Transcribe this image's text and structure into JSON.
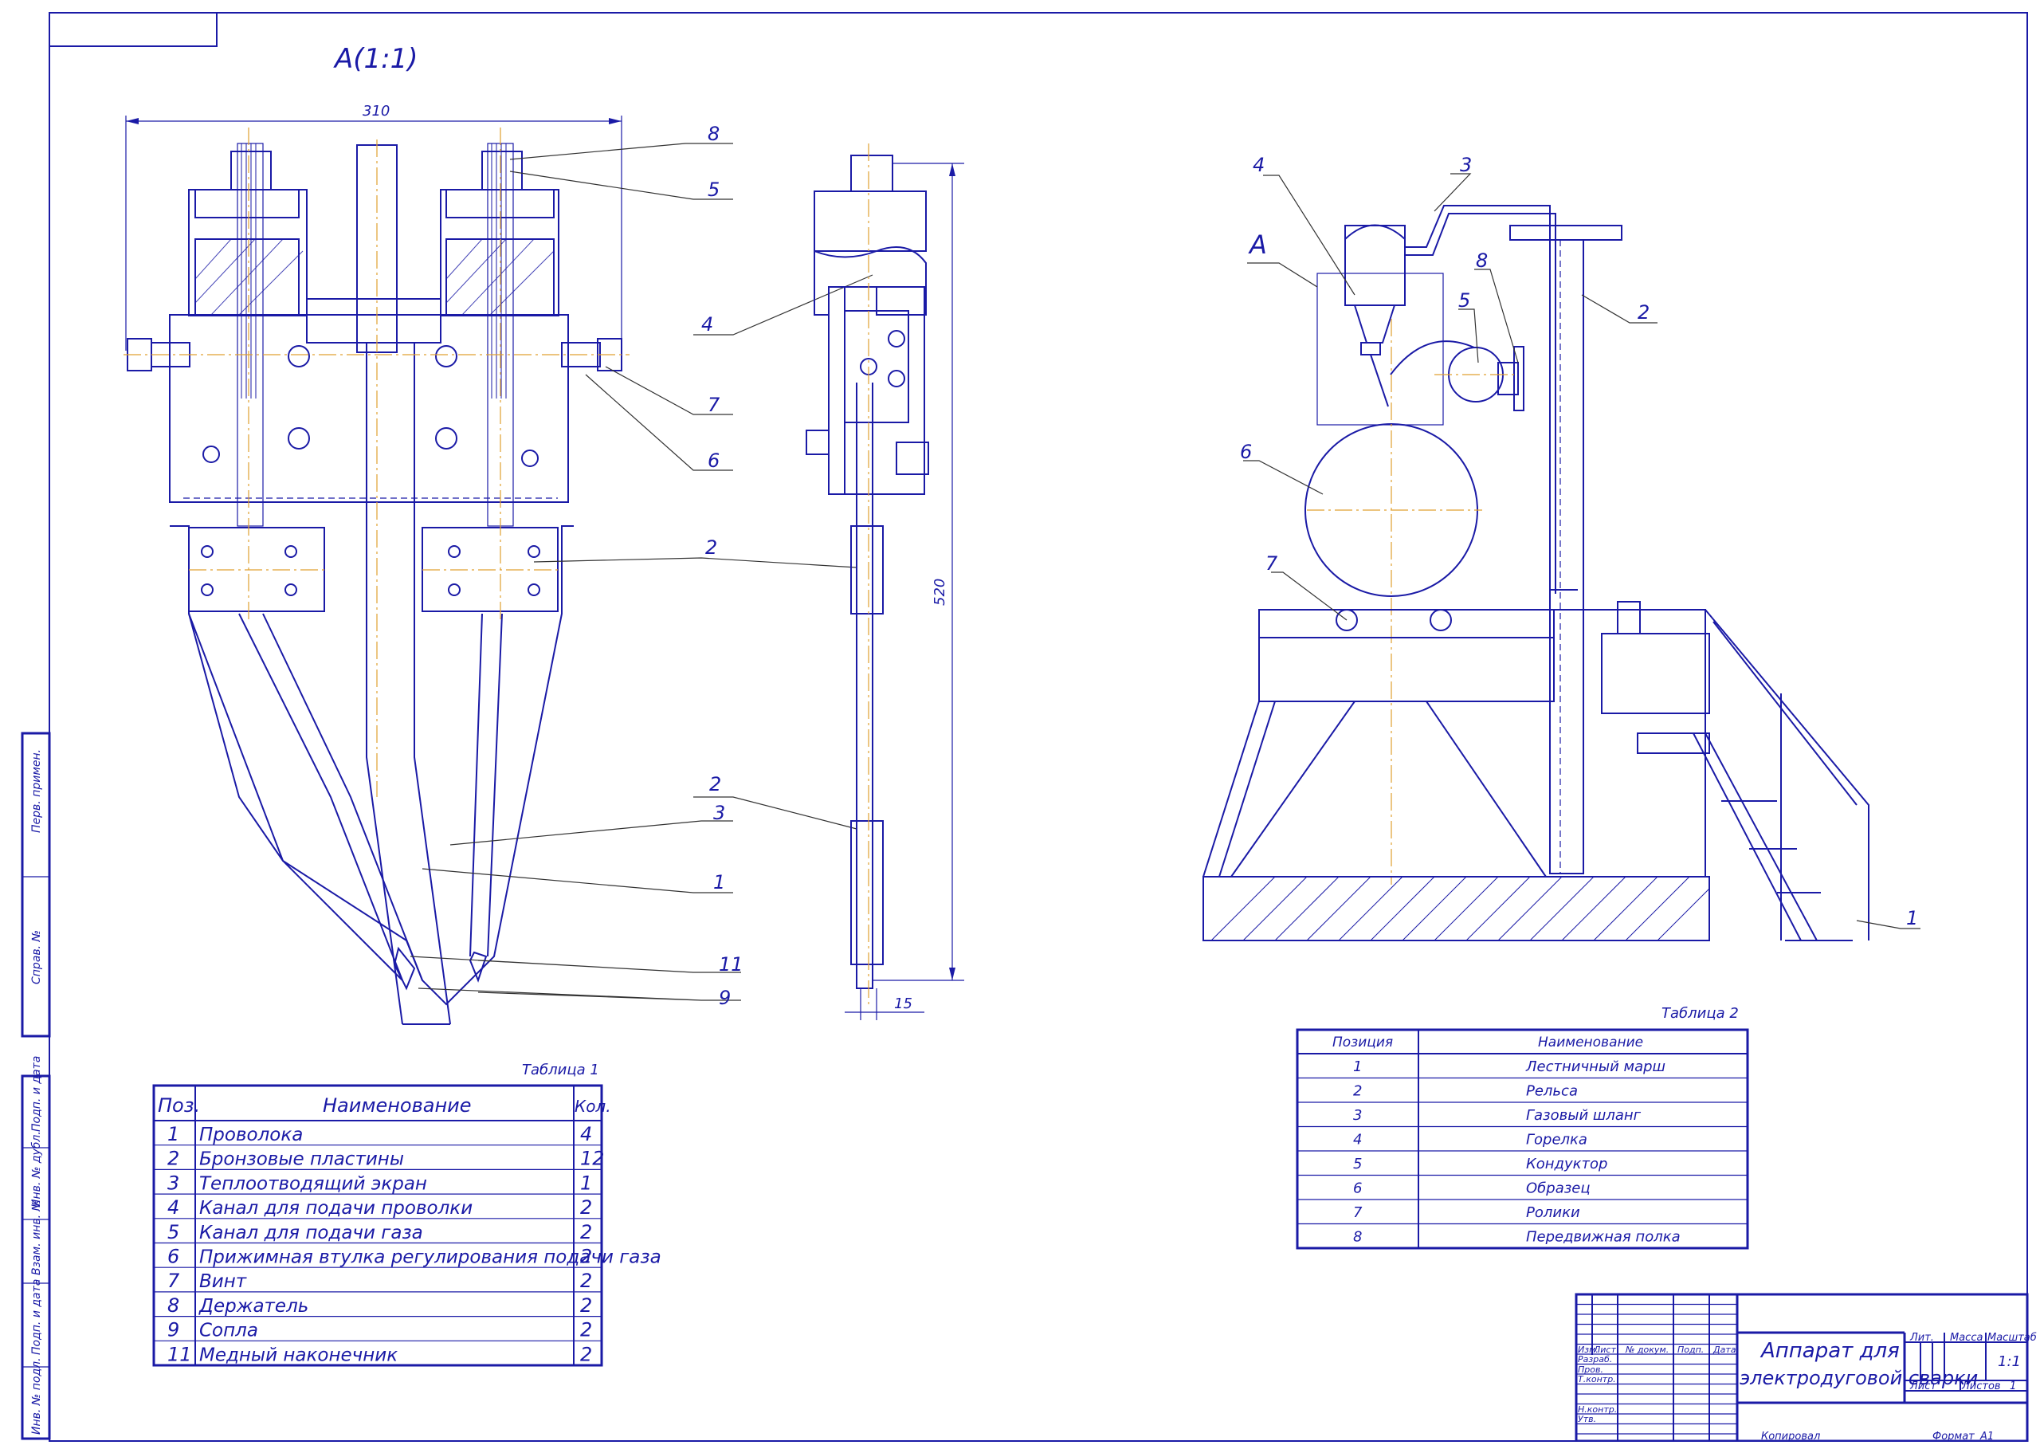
{
  "view_label": "A(1:1)",
  "detail_label": "A",
  "dimensions": {
    "width": "310",
    "height": "520",
    "thickness": "15"
  },
  "left_callouts": [
    "8",
    "5",
    "4",
    "7",
    "6",
    "2",
    "2",
    "3",
    "1",
    "11",
    "9"
  ],
  "right_callouts": [
    "4",
    "3",
    "8",
    "5",
    "2",
    "6",
    "7",
    "1"
  ],
  "table1": {
    "caption": "Таблица 1",
    "headers": [
      "Поз.",
      "Наименование",
      "Кол."
    ],
    "rows": [
      {
        "pos": "1",
        "name": "Проволока",
        "qty": "4"
      },
      {
        "pos": "2",
        "name": "Бронзовые пластины",
        "qty": "12"
      },
      {
        "pos": "3",
        "name": "Теплоотводящий экран",
        "qty": "1"
      },
      {
        "pos": "4",
        "name": "Канал для подачи проволки",
        "qty": "2"
      },
      {
        "pos": "5",
        "name": "Канал для подачи газа",
        "qty": "2"
      },
      {
        "pos": "6",
        "name": "Прижимная втулка регулирования подачи газа",
        "qty": "2"
      },
      {
        "pos": "7",
        "name": "Винт",
        "qty": "2"
      },
      {
        "pos": "8",
        "name": "Держатель",
        "qty": "2"
      },
      {
        "pos": "9",
        "name": "Сопла",
        "qty": "2"
      },
      {
        "pos": "11",
        "name": "Медный наконечник",
        "qty": "2"
      }
    ]
  },
  "table2": {
    "caption": "Таблица 2",
    "headers": [
      "Позиция",
      "Наименование"
    ],
    "rows": [
      {
        "pos": "1",
        "name": "Лестничный марш"
      },
      {
        "pos": "2",
        "name": "Рельса"
      },
      {
        "pos": "3",
        "name": "Газовый шланг"
      },
      {
        "pos": "4",
        "name": "Горелка"
      },
      {
        "pos": "5",
        "name": "Кондуктор"
      },
      {
        "pos": "6",
        "name": "Образец"
      },
      {
        "pos": "7",
        "name": "Ролики"
      },
      {
        "pos": "8",
        "name": "Передвижная полка"
      }
    ]
  },
  "side_stamps": [
    "Перв. примен.",
    "Справ. №",
    "Подп. и дата",
    "Инв. № дубл.",
    "Взам. инв. №",
    "Подп. и дата",
    "Инв. № подл."
  ],
  "title_block": {
    "title_line1": "Аппарат для",
    "title_line2": "электродуговой сварки",
    "col_headers": [
      "Изм.",
      "Лист",
      "№ докум.",
      "Подп.",
      "Дата"
    ],
    "row_labels": [
      "Разраб.",
      "Пров.",
      "Т.контр.",
      "",
      "Н.контр.",
      "Утв."
    ],
    "lit": "Лит.",
    "mass": "Масса",
    "scale_label": "Масштаб",
    "scale_value": "1:1",
    "sheet": "Лист",
    "sheets": "Листов",
    "sheets_value": "1",
    "copied": "Копировал",
    "format_label": "Формат",
    "format_value": "А1"
  }
}
